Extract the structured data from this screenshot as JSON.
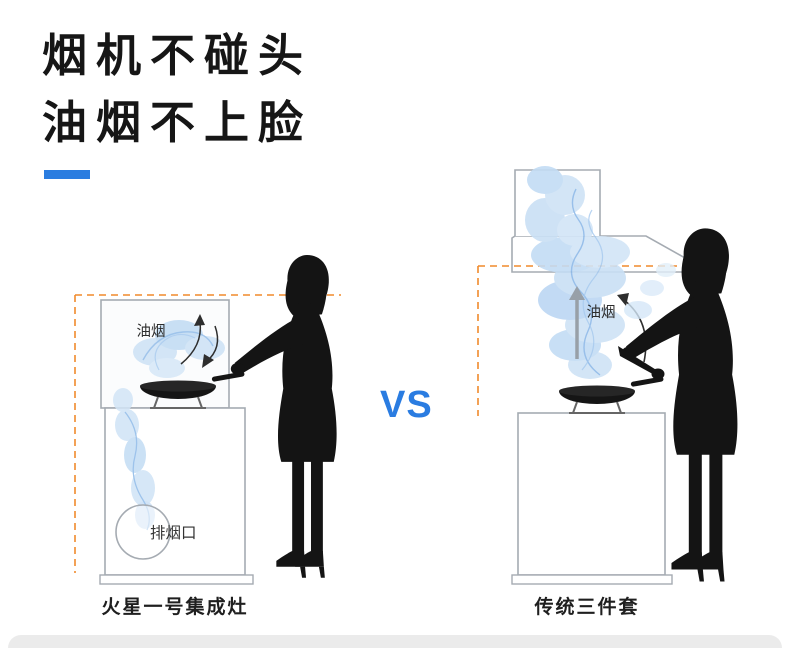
{
  "headline": {
    "line1": "烟机不碰头",
    "line2": "油烟不上脸"
  },
  "center": {
    "vs_label": "VS"
  },
  "left_scene": {
    "smoke_label": "油烟",
    "outlet_label": "排烟口",
    "caption": "火星一号集成灶"
  },
  "right_scene": {
    "smoke_label": "油烟",
    "caption": "传统三件套"
  },
  "colors": {
    "accent_blue": "#2B7DE0",
    "guide_dash_orange": "#F08A2C",
    "smoke_blue_fill": "#CFE3F6",
    "smoke_blue_line": "#8DB9E8",
    "silhouette_black": "#141414",
    "appliance_outline_gray": "#A5ABB2"
  },
  "icons": {
    "curved_arrow_icon": "svg curved arrow stroke",
    "up_arrow_icon": "svg straight vertical arrow",
    "exhaust_outlet_icon": "circle outline"
  }
}
